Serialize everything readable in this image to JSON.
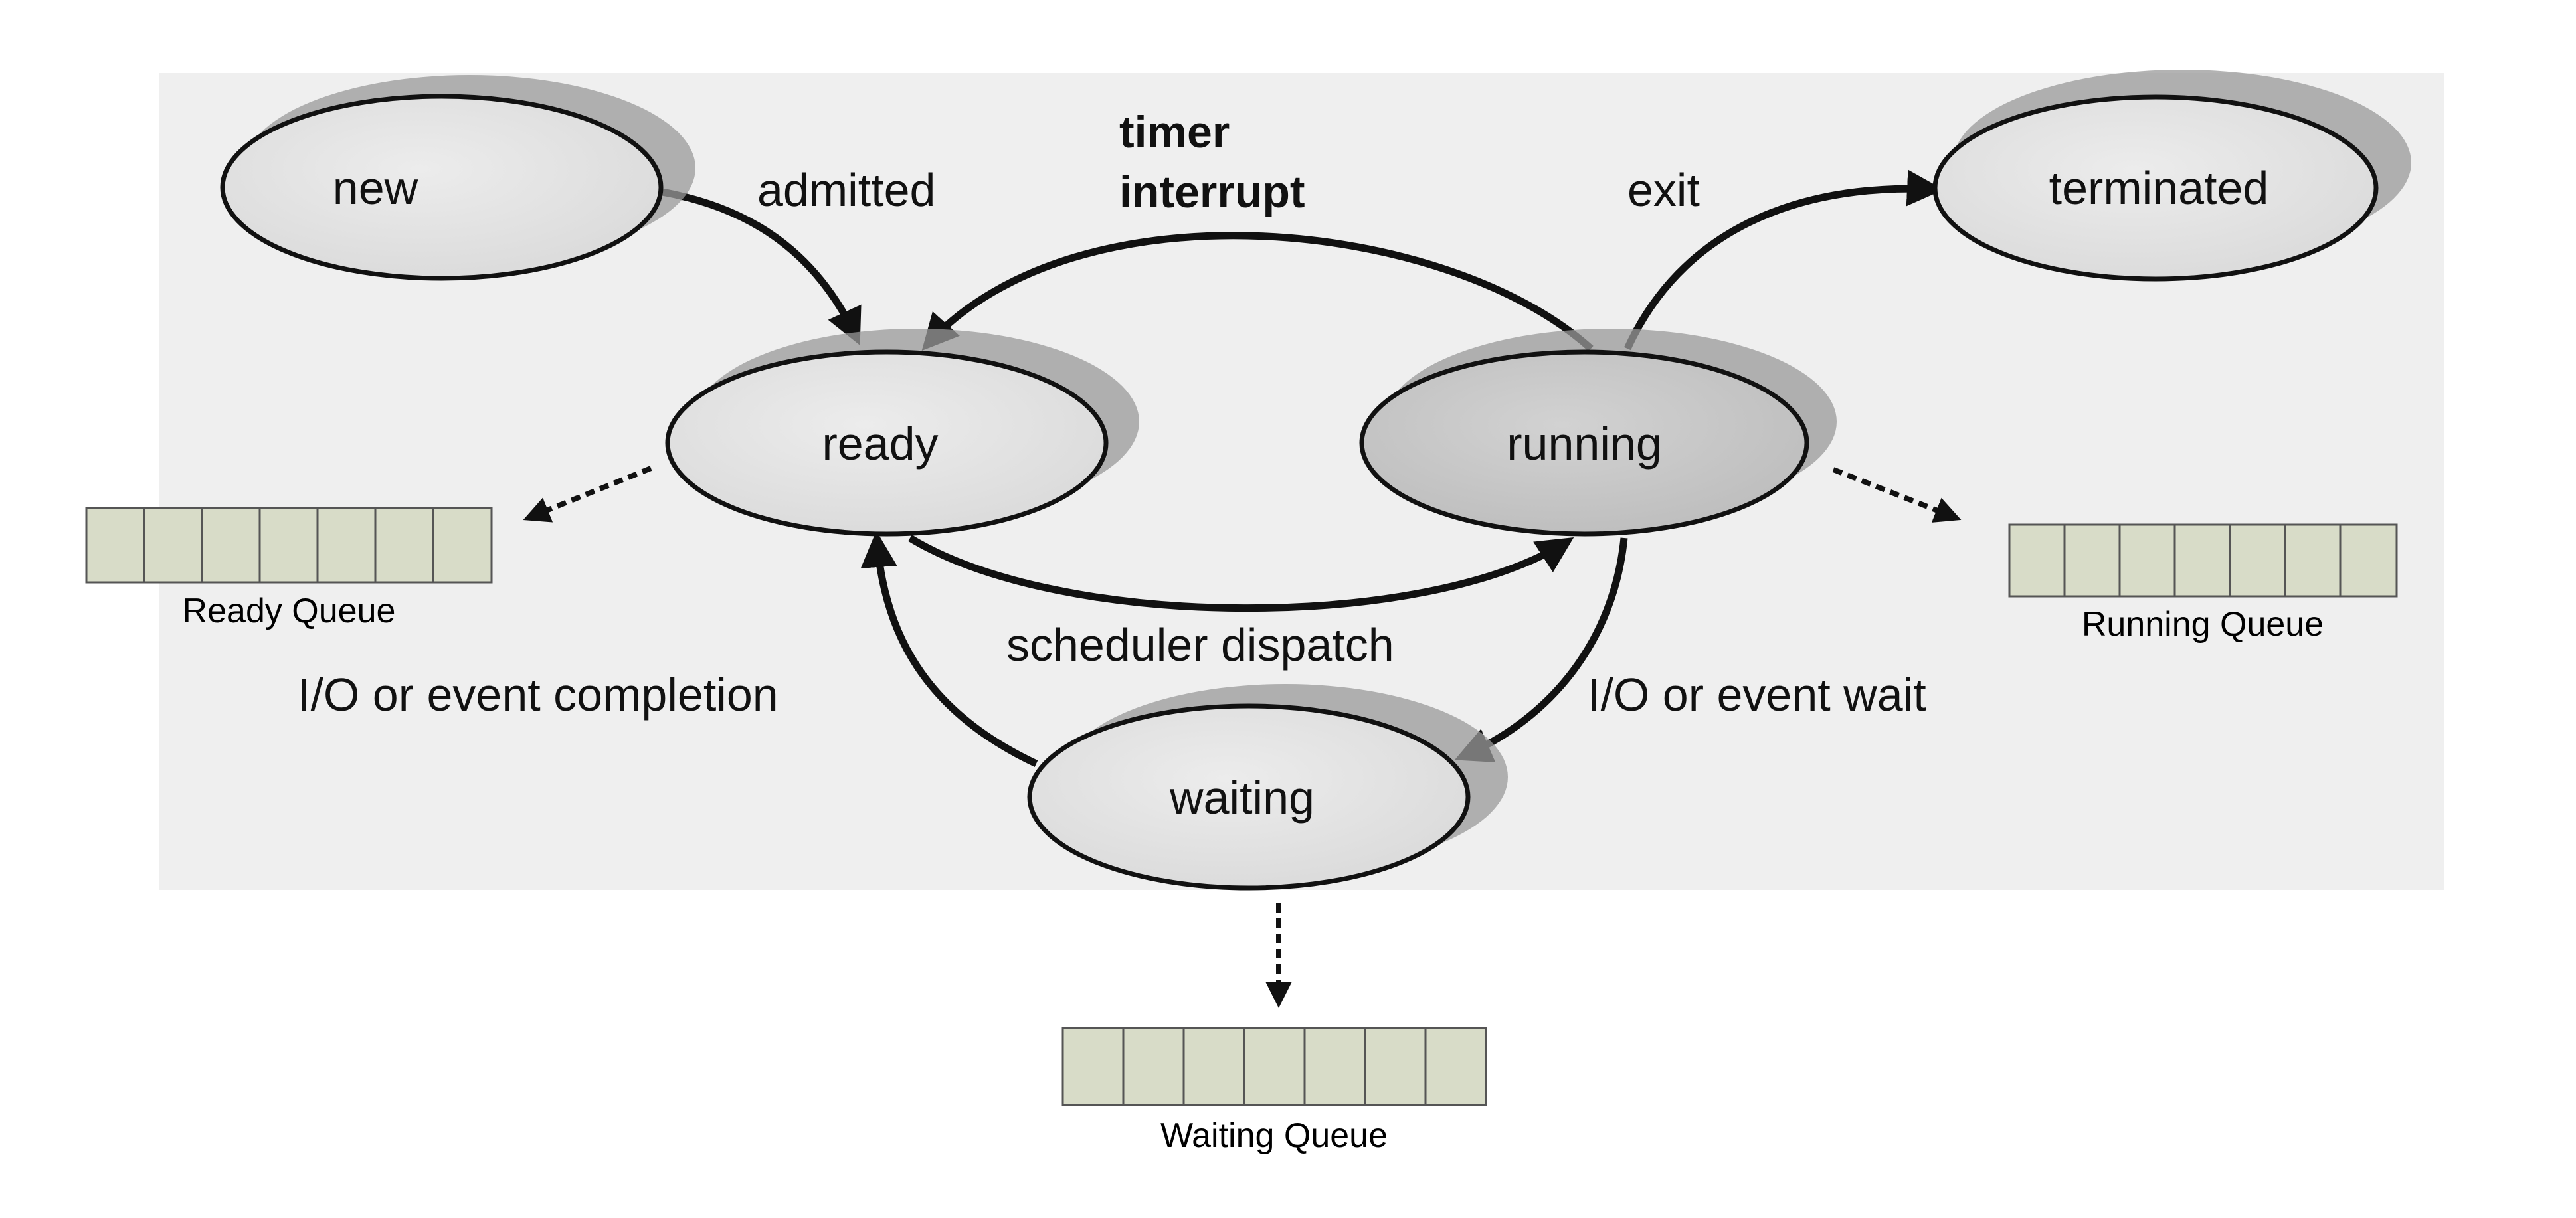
{
  "states": {
    "new": "new",
    "ready": "ready",
    "running": "running",
    "waiting": "waiting",
    "terminated": "terminated"
  },
  "transitions": {
    "admitted": "admitted",
    "timer_line1": "timer",
    "timer_line2": "interrupt",
    "exit": "exit",
    "scheduler_dispatch": "scheduler dispatch",
    "io_completion": "I/O or event completion",
    "io_wait": "I/O or event wait"
  },
  "queues": {
    "ready": "Ready Queue",
    "running": "Running Queue",
    "waiting": "Waiting Queue"
  },
  "colors": {
    "state_fill": "#e3e3e3",
    "running_fill": "#c8c8c8",
    "state_shadow": "#9a9a9a",
    "backdrop": "#efefef",
    "queue_fill": "#d8dcc8",
    "stroke": "#111111"
  }
}
